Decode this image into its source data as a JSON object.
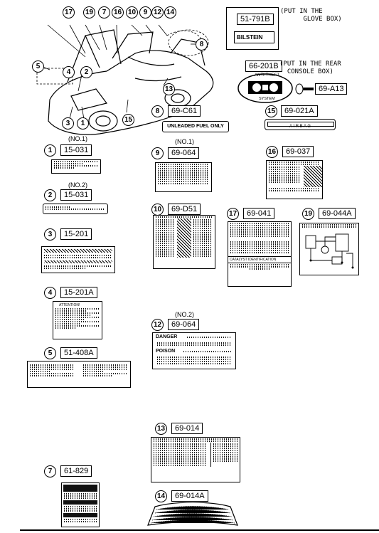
{
  "callouts": {
    "c1": "1",
    "c2": "2",
    "c3": "3",
    "c4": "4",
    "c5": "5",
    "c7": "7",
    "c8": "8",
    "c9": "9",
    "c10": "10",
    "c12": "12",
    "c13": "13",
    "c14": "14",
    "c15": "15",
    "c16": "16",
    "c17": "17",
    "c19": "19"
  },
  "top_notes": {
    "glove_box": "(PUT IN THE\n      GLOVE BOX)",
    "rear_console": "(PUT IN THE REAR\n  CONSOLE BOX)"
  },
  "labels": {
    "p51_791b": "51-791B",
    "bilstein": "BILSTEIN",
    "p66_201b": "66-201B",
    "anti_theft": "ANTI-THEFT",
    "system": "SYSTEM",
    "p69_a13": "69-A13",
    "p69_c61": "69-C61",
    "unleaded": "UNLEADED FUEL ONLY",
    "p69_021a": "69-021A",
    "air_bag": "A I R  B A G",
    "no1": "(NO.1)",
    "no2": "(NO.2)",
    "p15_031_a": "15-031",
    "p15_031_b": "15-031",
    "p15_201": "15-201",
    "p15_201a": "15-201A",
    "attention": "ATTENTION!",
    "p51_408a": "51-408A",
    "p61_829": "61-829",
    "p69_064_a": "69-064",
    "p69_064_b": "69-064",
    "p69_037": "69-037",
    "p69_d51": "69-D51",
    "p69_041": "69-041",
    "p69_044a": "69-044A",
    "danger": "DANGER",
    "poison": "POISON",
    "p69_014": "69-014",
    "p69_014a": "69-014A",
    "catalyst": "CATALYST IDENTIFICATION"
  }
}
